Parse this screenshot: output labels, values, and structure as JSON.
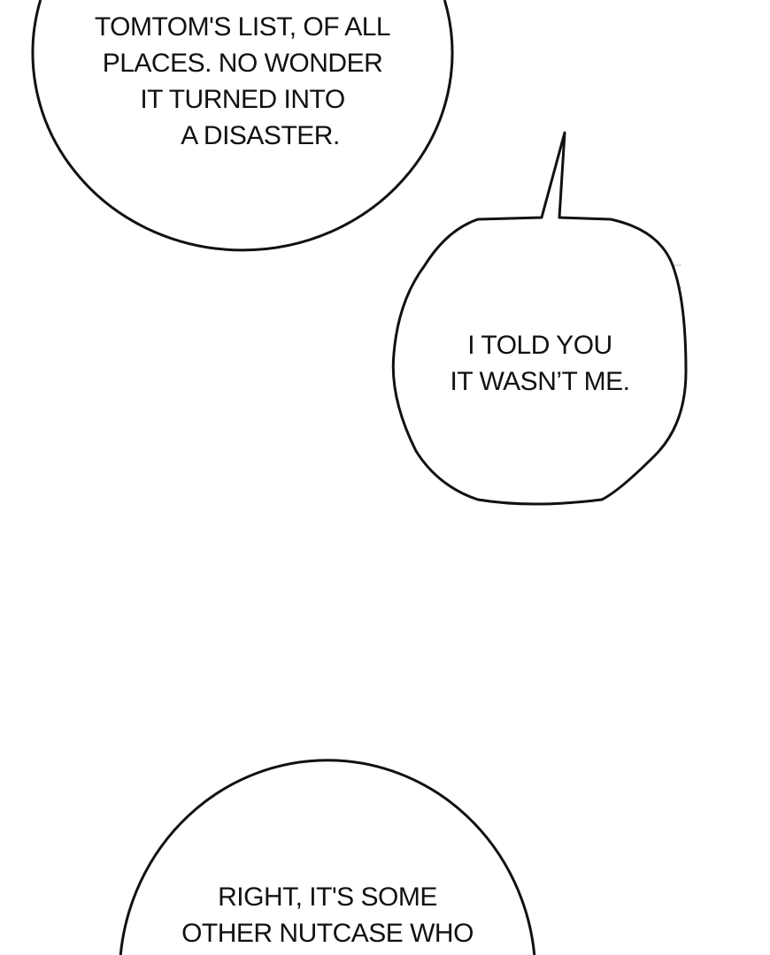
{
  "bubbles": [
    {
      "lines": [
        "TOMTOM'S LIST, OF ALL",
        "PLACES. NO WONDER",
        "IT TURNED INTO",
        "A DISASTER."
      ]
    },
    {
      "lines": [
        "I TOLD YOU",
        "IT WASN’T ME."
      ]
    },
    {
      "lines": [
        "RIGHT, IT'S SOME",
        "OTHER NUTCASE WHO"
      ]
    }
  ]
}
